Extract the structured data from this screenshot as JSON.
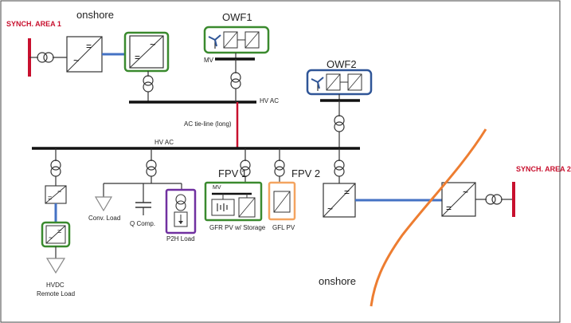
{
  "labels": {
    "synch_area_1": "SYNCH. AREA 1",
    "synch_area_2": "SYNCH. AREA 2",
    "onshore_top": "onshore",
    "onshore_bottom": "onshore",
    "owf1": "OWF1",
    "owf2": "OWF2",
    "mv": "MV",
    "hv_ac_top": "HV AC",
    "hv_ac_main": "HV AC",
    "tie_line": "AC tie-line (long)",
    "fpv1": "FPV 1",
    "fpv2": "FPV 2",
    "fpv1_mv": "MV",
    "conv_load": "Conv. Load",
    "q_comp": "Q Comp.",
    "p2h_load": "P2H Load",
    "gfr_pv": "GFR PV w/ Storage",
    "gfl_pv": "GFL PV",
    "hvdc_line1": "HVDC",
    "hvdc_line2": "Remote Load"
  },
  "colors": {
    "red": "#c8102e",
    "green": "#3a8a2e",
    "blue": "#2f5597",
    "purple": "#7030a0",
    "orange": "#f4a460",
    "dc_link": "#4472c4",
    "boundary": "#ed7d31",
    "bus": "#111111"
  }
}
